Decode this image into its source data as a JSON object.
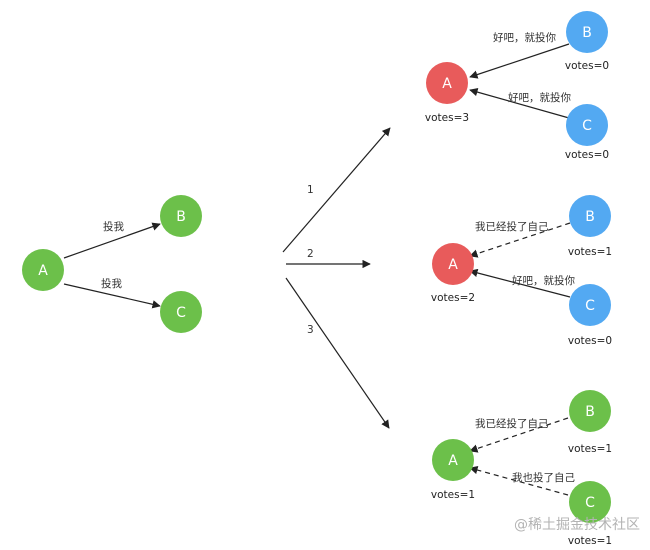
{
  "colors": {
    "green": "#6cc04a",
    "red": "#e85b5b",
    "blue": "#53a9f2",
    "edge": "#222222",
    "watermark": "#b3b3b3"
  },
  "left": {
    "A": "A",
    "B": "B",
    "C": "C",
    "edge_ab": "投我",
    "edge_ac": "投我"
  },
  "branches": {
    "b1": "1",
    "b2": "2",
    "b3": "3"
  },
  "case1": {
    "A": "A",
    "B": "B",
    "C": "C",
    "a_votes": "votes=3",
    "b_votes": "votes=0",
    "c_votes": "votes=0",
    "b_to_a": "好吧，就投你",
    "c_to_a": "好吧，就投你"
  },
  "case2": {
    "A": "A",
    "B": "B",
    "C": "C",
    "a_votes": "votes=2",
    "b_votes": "votes=1",
    "c_votes": "votes=0",
    "b_text": "我已经投了自己",
    "c_to_a": "好吧，就投你"
  },
  "case3": {
    "A": "A",
    "B": "B",
    "C": "C",
    "a_votes": "votes=1",
    "b_votes": "votes=1",
    "c_votes": "votes=1",
    "b_text": "我已经投了自己",
    "c_text": "我也投了自己"
  },
  "watermark": "@稀土掘金技术社区"
}
